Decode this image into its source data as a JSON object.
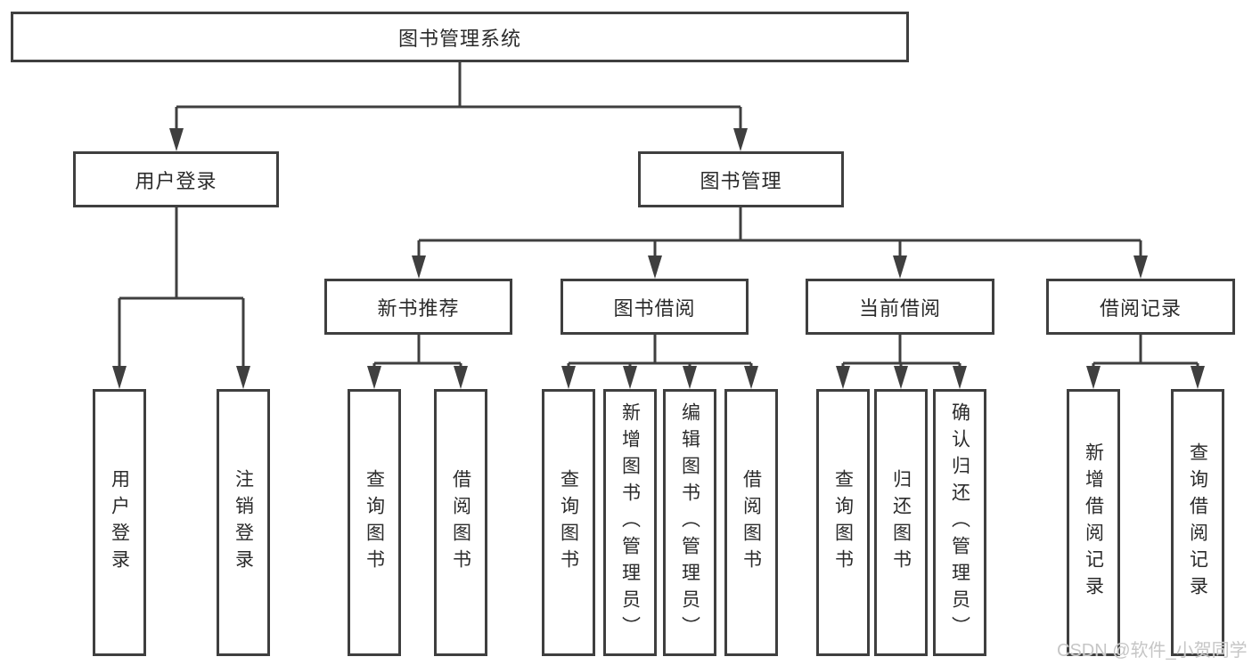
{
  "diagram_title": "图书管理系统",
  "root": {
    "label": "图书管理系统"
  },
  "level2": {
    "user_login": {
      "label": "用户登录"
    },
    "book_mgmt": {
      "label": "图书管理"
    }
  },
  "level3": {
    "new_book": {
      "label": "新书推荐"
    },
    "book_borrow": {
      "label": "图书借阅"
    },
    "current_borrow": {
      "label": "当前借阅"
    },
    "borrow_record": {
      "label": "借阅记录"
    }
  },
  "leaves": {
    "user_login": {
      "label": "用户登录"
    },
    "logout": {
      "label": "注销登录"
    },
    "newbook_query": {
      "label": "查询图书"
    },
    "newbook_borrow": {
      "label": "借阅图书"
    },
    "borrow_query": {
      "label": "查询图书"
    },
    "borrow_add": {
      "label": "新增图书（管理员）"
    },
    "borrow_edit": {
      "label": "编辑图书（管理员）"
    },
    "borrow_borrow": {
      "label": "借阅图书"
    },
    "current_query": {
      "label": "查询图书"
    },
    "current_return": {
      "label": "归还图书"
    },
    "current_confirm": {
      "label": "确认归还（管理员）"
    },
    "record_add": {
      "label": "新增借阅记录"
    },
    "record_query": {
      "label": "查询借阅记录"
    }
  },
  "watermark": {
    "text": "CSDN @软件_小贺同学"
  },
  "colors": {
    "line": "#3f3f3f",
    "box_border": "#3f3f3f",
    "text": "#2b2b2b",
    "watermark": "#c6c6c6",
    "background": "#ffffff"
  }
}
